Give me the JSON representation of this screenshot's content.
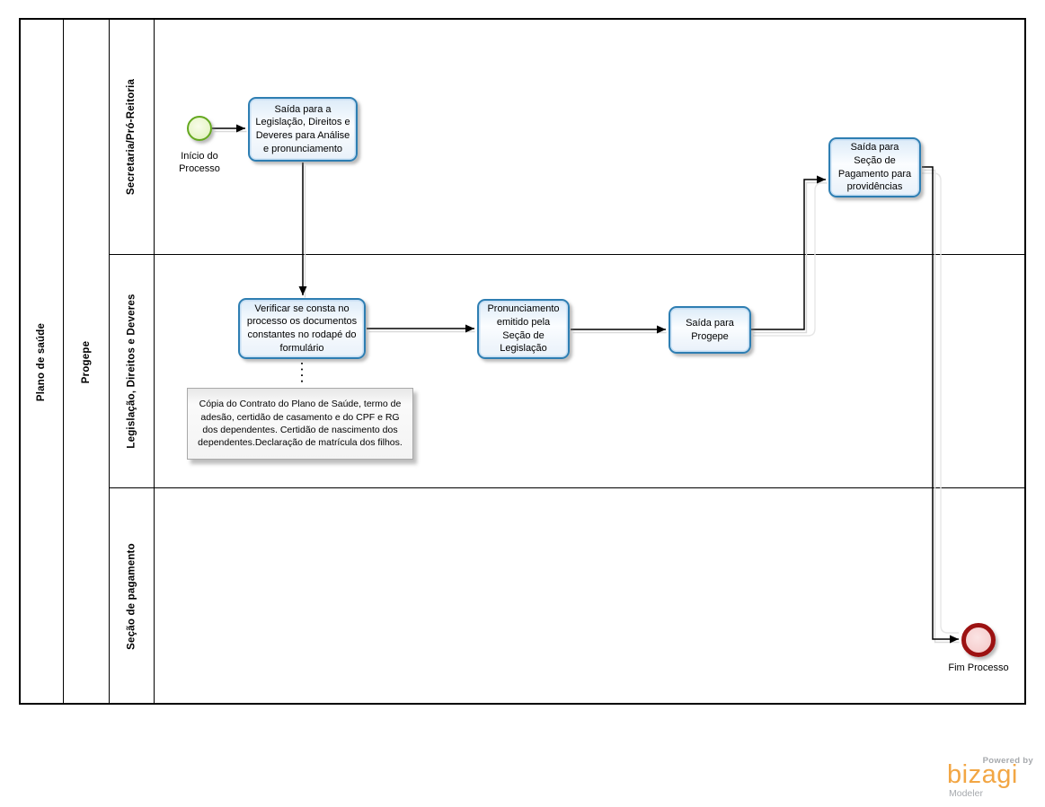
{
  "process": {
    "name": "Plano de saúde",
    "pool_name": "Progepe"
  },
  "lanes": [
    {
      "label": "Secretaria/Pró-Reitoria"
    },
    {
      "label": "Legislação, Direitos e Deveres"
    },
    {
      "label": "Seção de pagamento"
    }
  ],
  "events": {
    "start": {
      "label": "Início do Processo"
    },
    "end": {
      "label": "Fim  Processo"
    }
  },
  "tasks": [
    {
      "label": "Saída para a Legislação, Direitos e Deveres para Análise e pronunciamento"
    },
    {
      "label": "Verificar se consta no processo  os documentos constantes no rodapé do formulário"
    },
    {
      "label": "Pronunciamento emitido pela Seção de Legislação"
    },
    {
      "label": "Saída para Progepe"
    },
    {
      "label": "Saída  para Seção de Pagamento para providências"
    }
  ],
  "annotation": {
    "text": "Cópia do Contrato do Plano de Saúde, termo de adesão, certidão de casamento e do CPF e RG dos dependentes. Certidão de nascimento dos dependentes.Declaração de matrícula dos filhos."
  },
  "branding": {
    "powered_by": "Powered by",
    "brand": "bizagi",
    "product": "Modeler",
    "brand_color": "#f2a644",
    "muted_color": "#a6a9ad"
  },
  "colors": {
    "task_border": "#2e7eb2",
    "task_fill": "#e9f1fa",
    "start_event_border": "#64a81f",
    "start_event_fill": "#e3f3c0",
    "end_event_border": "#9c1212",
    "end_event_fill": "#f7d0d0",
    "annotation_border": "#a9a9a9",
    "flow_color": "#000000"
  }
}
